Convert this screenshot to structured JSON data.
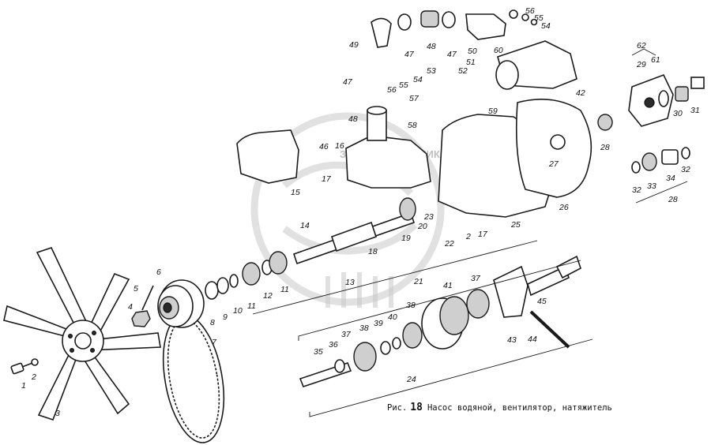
{
  "caption": {
    "prefix": "Рис.",
    "number": "18",
    "text": "Насос водяной, вентилятор, натяжитель"
  },
  "watermark": {
    "text": "ЗАПЧАСТИ ТЕХНИКА ЭКСПЕРТИЗА"
  },
  "callouts": [
    "1",
    "2",
    "3",
    "4",
    "5",
    "6",
    "7",
    "8",
    "9",
    "10",
    "11",
    "12",
    "11",
    "13",
    "14",
    "15",
    "16",
    "17",
    "18",
    "19",
    "20",
    "21",
    "22",
    "23",
    "2",
    "17",
    "24",
    "25",
    "26",
    "27",
    "28",
    "29",
    "30",
    "31",
    "32",
    "33",
    "34",
    "32",
    "28",
    "35",
    "36",
    "37",
    "38",
    "39",
    "40",
    "38",
    "41",
    "37",
    "42",
    "43",
    "44",
    "45",
    "46",
    "47",
    "48",
    "47",
    "48",
    "49",
    "47",
    "50",
    "51",
    "52",
    "53",
    "54",
    "55",
    "56",
    "57",
    "58",
    "59",
    "60",
    "61",
    "62",
    "56",
    "55",
    "54"
  ],
  "colors": {
    "ink": "#1a1a1a",
    "watermark": "#c8c8c8"
  }
}
